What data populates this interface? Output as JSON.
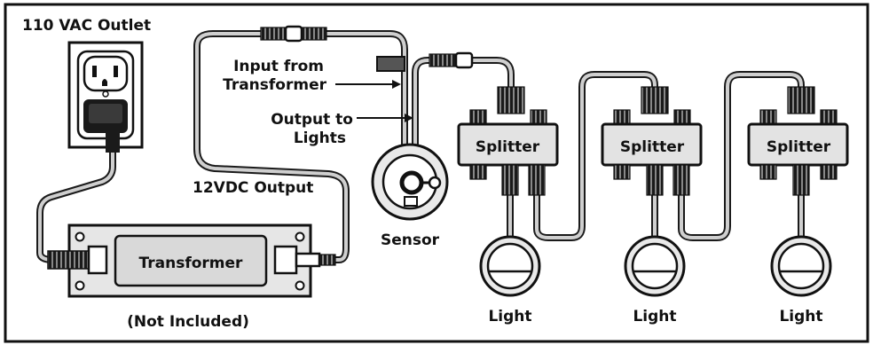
{
  "labels": {
    "outlet": "110 VAC Outlet",
    "input_from": "Input from",
    "transformer_word": "Transformer",
    "output_to": "Output to",
    "lights_word": "Lights",
    "dc_output": "12VDC Output",
    "transformer": "Transformer",
    "not_included": "(Not Included)",
    "sensor": "Sensor",
    "splitter_1": "Splitter",
    "splitter_2": "Splitter",
    "splitter_3": "Splitter",
    "light_1": "Light",
    "light_2": "Light",
    "light_3": "Light"
  },
  "colors": {
    "stroke": "#1a1a1a",
    "box_fill": "#e3e3e3",
    "cable": "#c8c8c8"
  }
}
